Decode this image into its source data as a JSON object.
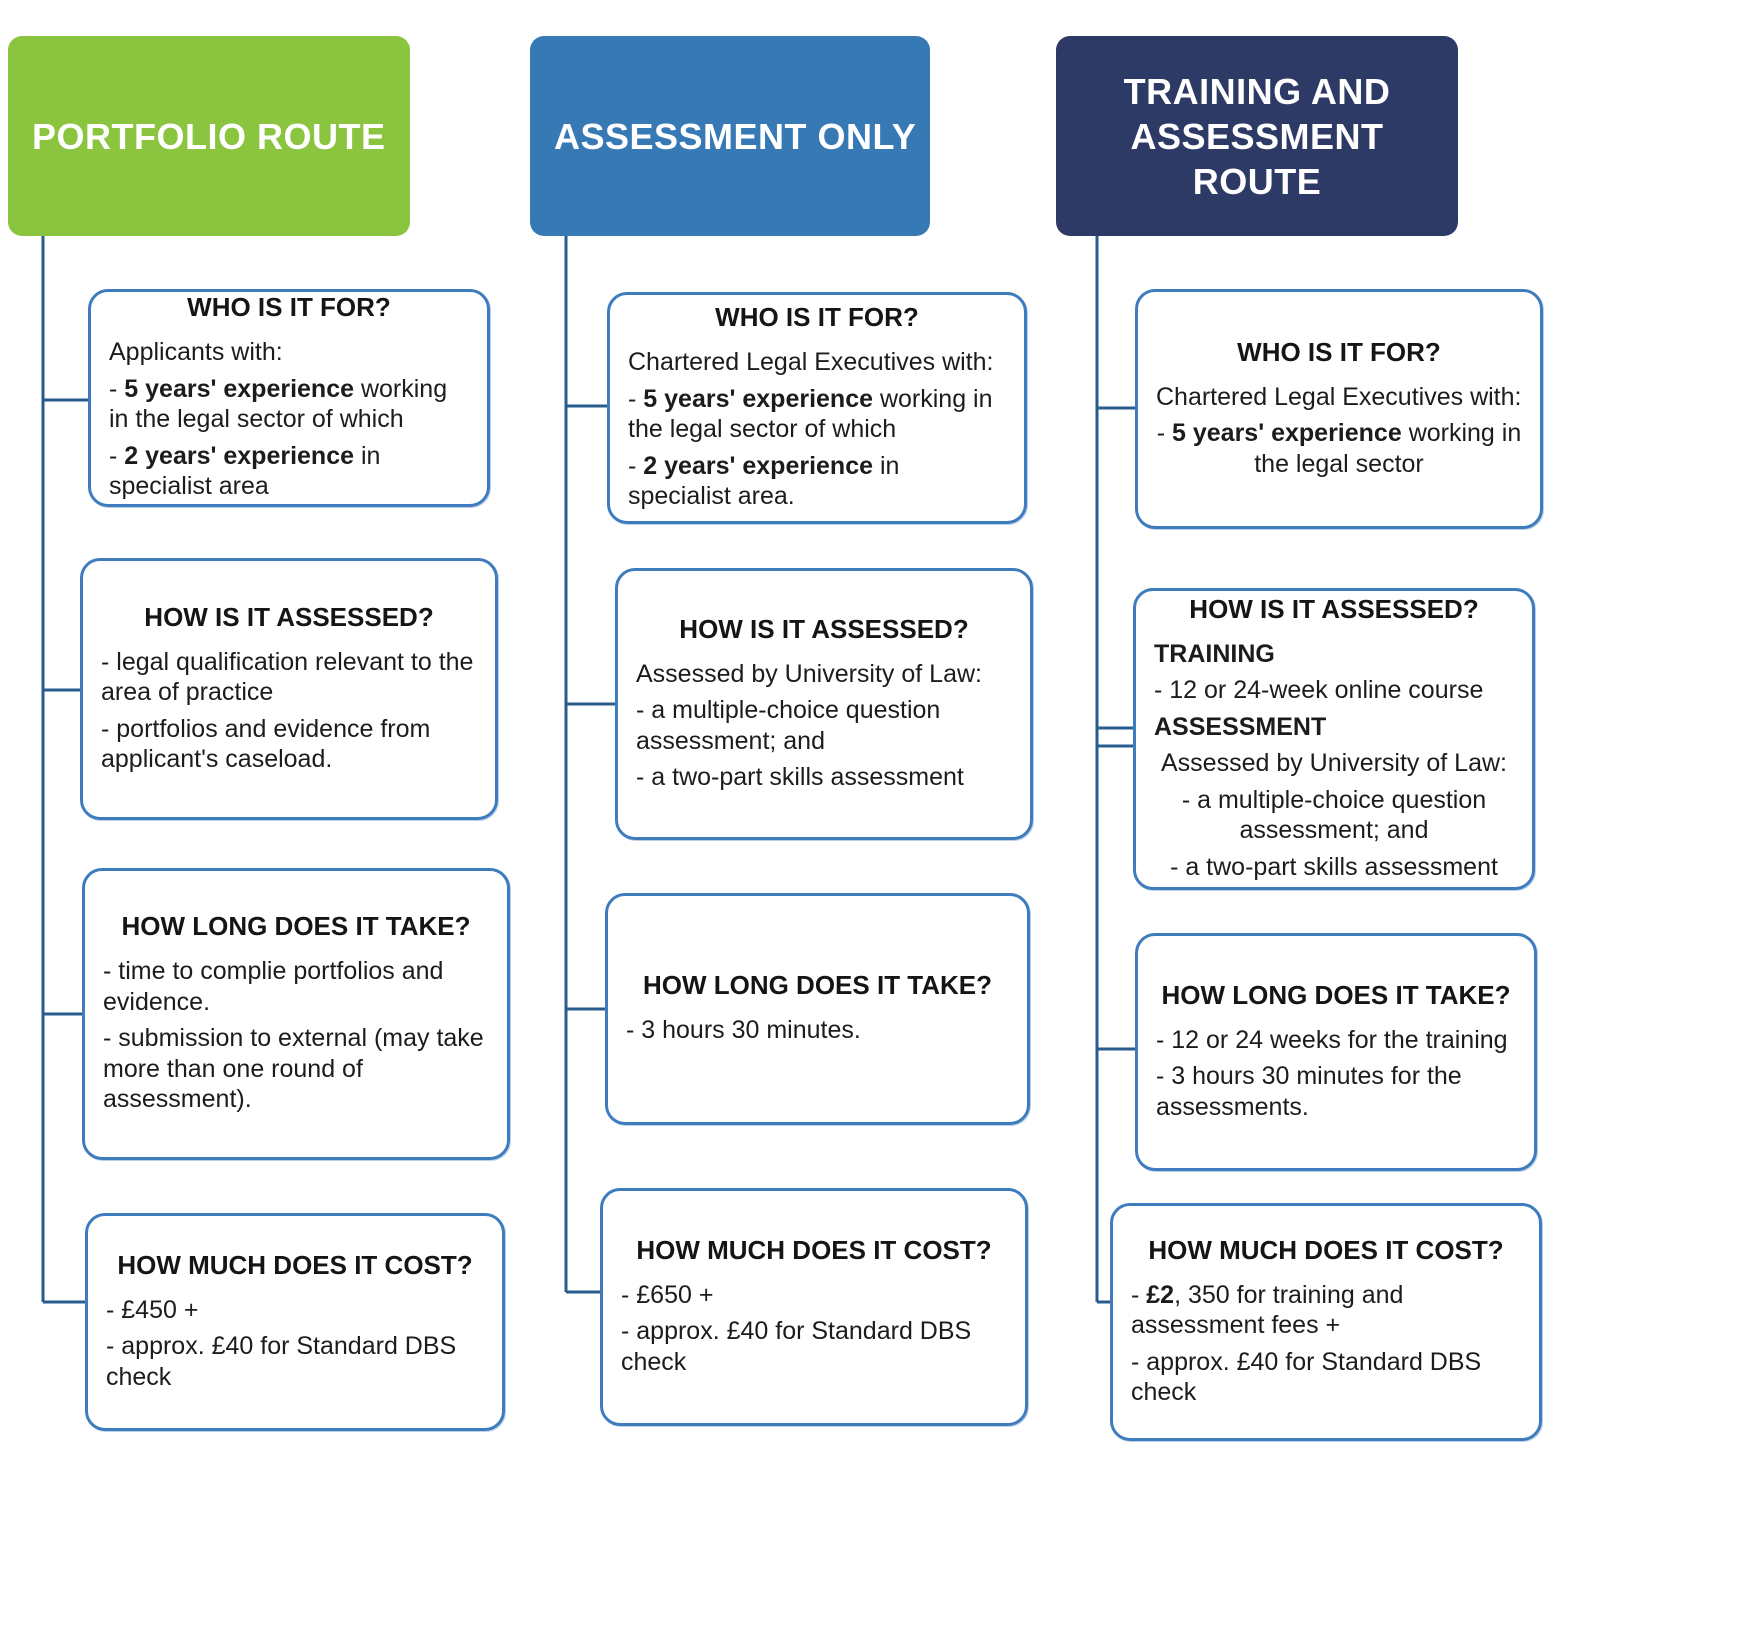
{
  "diagram": {
    "colors": {
      "portfolio_header": "#8BC540",
      "assessment_header": "#3779B5",
      "training_header": "#2D3A66",
      "box_border": "#3E7CBE",
      "connector": "#2A5B8F"
    },
    "columns": [
      {
        "header": {
          "label": "PORTFOLIO ROUTE"
        },
        "boxes": [
          {
            "title": "WHO IS IT FOR?",
            "lines": [
              {
                "runs": [
                  {
                    "t": "Applicants with:"
                  }
                ]
              },
              {
                "runs": [
                  {
                    "t": "-  "
                  },
                  {
                    "t": "5 years' experience",
                    "b": true
                  },
                  {
                    "t": " working in the legal sector of which"
                  }
                ]
              },
              {
                "runs": [
                  {
                    "t": "- "
                  },
                  {
                    "t": "2 years' experience",
                    "b": true
                  },
                  {
                    "t": " in specialist area"
                  }
                ]
              }
            ]
          },
          {
            "title": "HOW IS IT ASSESSED?",
            "lines": [
              {
                "runs": [
                  {
                    "t": "- legal qualification relevant to the area of practice"
                  }
                ]
              },
              {
                "runs": [
                  {
                    "t": "- portfolios and evidence from applicant's caseload."
                  }
                ]
              }
            ]
          },
          {
            "title": "HOW LONG DOES IT TAKE?",
            "lines": [
              {
                "runs": [
                  {
                    "t": "- time to complie portfolios and evidence."
                  }
                ]
              },
              {
                "runs": [
                  {
                    "t": "- submission to external (may take more than one round of assessment)."
                  }
                ]
              }
            ]
          },
          {
            "title": "HOW MUCH DOES IT COST?",
            "lines": [
              {
                "runs": [
                  {
                    "t": "- £450 +"
                  }
                ]
              },
              {
                "runs": [
                  {
                    "t": "- approx. £40 for Standard DBS check"
                  }
                ]
              }
            ]
          }
        ]
      },
      {
        "header": {
          "label": "ASSESSMENT ONLY"
        },
        "boxes": [
          {
            "title": "WHO IS IT FOR?",
            "lines": [
              {
                "runs": [
                  {
                    "t": "Chartered Legal Executives with:"
                  }
                ]
              },
              {
                "runs": [
                  {
                    "t": "-  "
                  },
                  {
                    "t": "5 years' experience",
                    "b": true
                  },
                  {
                    "t": " working in the legal sector of which"
                  }
                ]
              },
              {
                "runs": [
                  {
                    "t": "- "
                  },
                  {
                    "t": "2 years' experience",
                    "b": true
                  },
                  {
                    "t": " in specialist area."
                  }
                ]
              }
            ]
          },
          {
            "title": "HOW IS IT ASSESSED?",
            "lines": [
              {
                "runs": [
                  {
                    "t": "Assessed by University of Law:"
                  }
                ]
              },
              {
                "runs": [
                  {
                    "t": "- a multiple-choice question assessment; and"
                  }
                ]
              },
              {
                "runs": [
                  {
                    "t": "- a two-part skills assessment"
                  }
                ]
              }
            ]
          },
          {
            "title": "HOW LONG DOES IT TAKE?",
            "lines": [
              {
                "runs": [
                  {
                    "t": "- 3 hours 30 minutes."
                  }
                ]
              }
            ]
          },
          {
            "title": "HOW MUCH DOES IT COST?",
            "lines": [
              {
                "runs": [
                  {
                    "t": "- £650 +"
                  }
                ]
              },
              {
                "runs": [
                  {
                    "t": "- approx. £40 for Standard DBS check"
                  }
                ]
              }
            ]
          }
        ]
      },
      {
        "header": {
          "label": "TRAINING AND\nASSESSMENT\nROUTE"
        },
        "boxes": [
          {
            "title": "WHO IS IT FOR?",
            "lines": [
              {
                "runs": [
                  {
                    "t": "Chartered Legal Executives with:"
                  }
                ]
              },
              {
                "align": "center",
                "runs": [
                  {
                    "t": "-  "
                  },
                  {
                    "t": "5 years' experience",
                    "b": true
                  },
                  {
                    "t": " working in the legal sector"
                  }
                ]
              }
            ]
          },
          {
            "title": "HOW IS IT ASSESSED?",
            "lines": [
              {
                "runs": [
                  {
                    "t": "TRAINING",
                    "b": true
                  }
                ]
              },
              {
                "runs": [
                  {
                    "t": "- 12 or 24-week online course"
                  }
                ]
              },
              {
                "runs": [
                  {
                    "t": "ASSESSMENT",
                    "b": true
                  }
                ]
              },
              {
                "align": "center",
                "runs": [
                  {
                    "t": "Assessed by University of Law:"
                  }
                ]
              },
              {
                "align": "center",
                "runs": [
                  {
                    "t": "- a multiple-choice question assessment; and"
                  }
                ]
              },
              {
                "align": "center",
                "runs": [
                  {
                    "t": "- a two-part skills assessment"
                  }
                ]
              }
            ]
          },
          {
            "title": "HOW LONG DOES IT TAKE?",
            "lines": [
              {
                "runs": [
                  {
                    "t": "- 12 or 24 weeks for the training"
                  }
                ]
              },
              {
                "runs": [
                  {
                    "t": "- 3 hours 30 minutes for the assessments."
                  }
                ]
              }
            ]
          },
          {
            "title": "HOW MUCH DOES IT COST?",
            "lines": [
              {
                "runs": [
                  {
                    "t": "- "
                  },
                  {
                    "t": "£2",
                    "b": true
                  },
                  {
                    "t": ", 350 for training and assessment fees +"
                  }
                ]
              },
              {
                "runs": [
                  {
                    "t": "- approx. £40 for Standard DBS check"
                  }
                ]
              }
            ]
          }
        ]
      }
    ]
  }
}
